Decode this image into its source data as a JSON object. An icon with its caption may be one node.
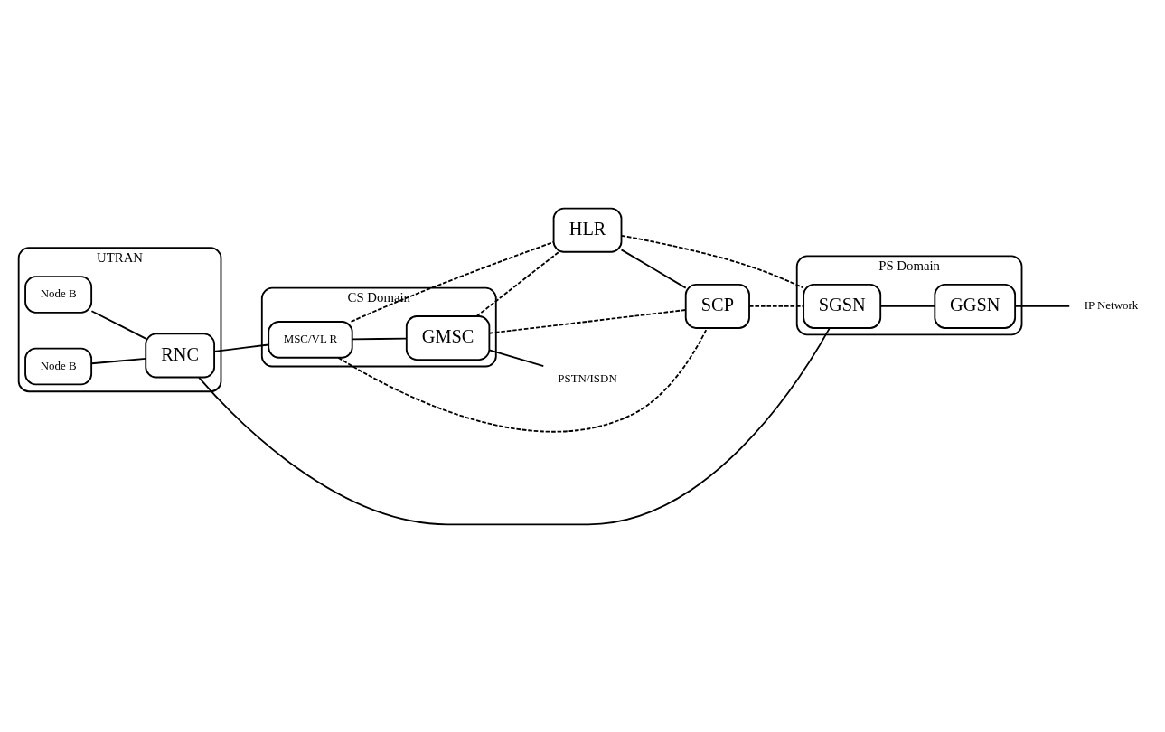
{
  "diagram": {
    "nodes": [
      {
        "text": [
          "UTRAN"
        ]
      },
      {
        "text": [
          "Node B"
        ],
        "in": 0
      },
      {
        "text": [
          "RNC"
        ],
        "in": 0
      },
      {
        "text": [
          "Node B"
        ],
        "in": 0
      },
      {
        "text": [
          "CS Domain"
        ]
      },
      {
        "text": [
          "MSC/VL R"
        ],
        "in": 4
      },
      {
        "text": [
          "GMSC"
        ],
        "in": 4
      },
      {
        "text": [
          "HLR"
        ]
      },
      {
        "text": [
          "SCP"
        ]
      },
      {
        "text": [
          "PS Domain"
        ]
      },
      {
        "text": [
          "SGSN"
        ],
        "in": 9
      },
      {
        "text": [
          "GGSN"
        ],
        "in": 9
      },
      {
        "text": [
          "PSTN/ISDN"
        ]
      },
      {
        "text": [
          "IP Network"
        ]
      }
    ],
    "edges": [
      {
        "from": 1,
        "to": 2,
        "arrow": "none"
      },
      {
        "from": 3,
        "to": 2,
        "arrow": "none"
      },
      {
        "from": 2,
        "to": 5,
        "arrow": "none"
      },
      {
        "from": 2,
        "to": 10,
        "arrow": "none"
      },
      {
        "from": 5,
        "to": 6,
        "arrow": "none"
      },
      {
        "from": 5,
        "to": 7,
        "arrow": "none",
        "style": "dashed"
      },
      {
        "from": 5,
        "to": 8,
        "arrow": "none",
        "style": "dashed"
      },
      {
        "from": 6,
        "to": 7,
        "arrow": "none",
        "style": "dashed"
      },
      {
        "from": 6,
        "to": 8,
        "arrow": "none",
        "style": "dashed"
      },
      {
        "from": 7,
        "to": 8,
        "arrow": "none"
      },
      {
        "from": 7,
        "to": 10,
        "arrow": "none",
        "style": "dashed"
      },
      {
        "from": 8,
        "to": 10,
        "arrow": "none",
        "style": "dashed"
      },
      {
        "from": 10,
        "to": 11,
        "arrow": "none"
      },
      {
        "from": 6,
        "to": 12,
        "arrow": "none"
      },
      {
        "from": 11,
        "to": 13,
        "arrow": "none"
      }
    ]
  }
}
